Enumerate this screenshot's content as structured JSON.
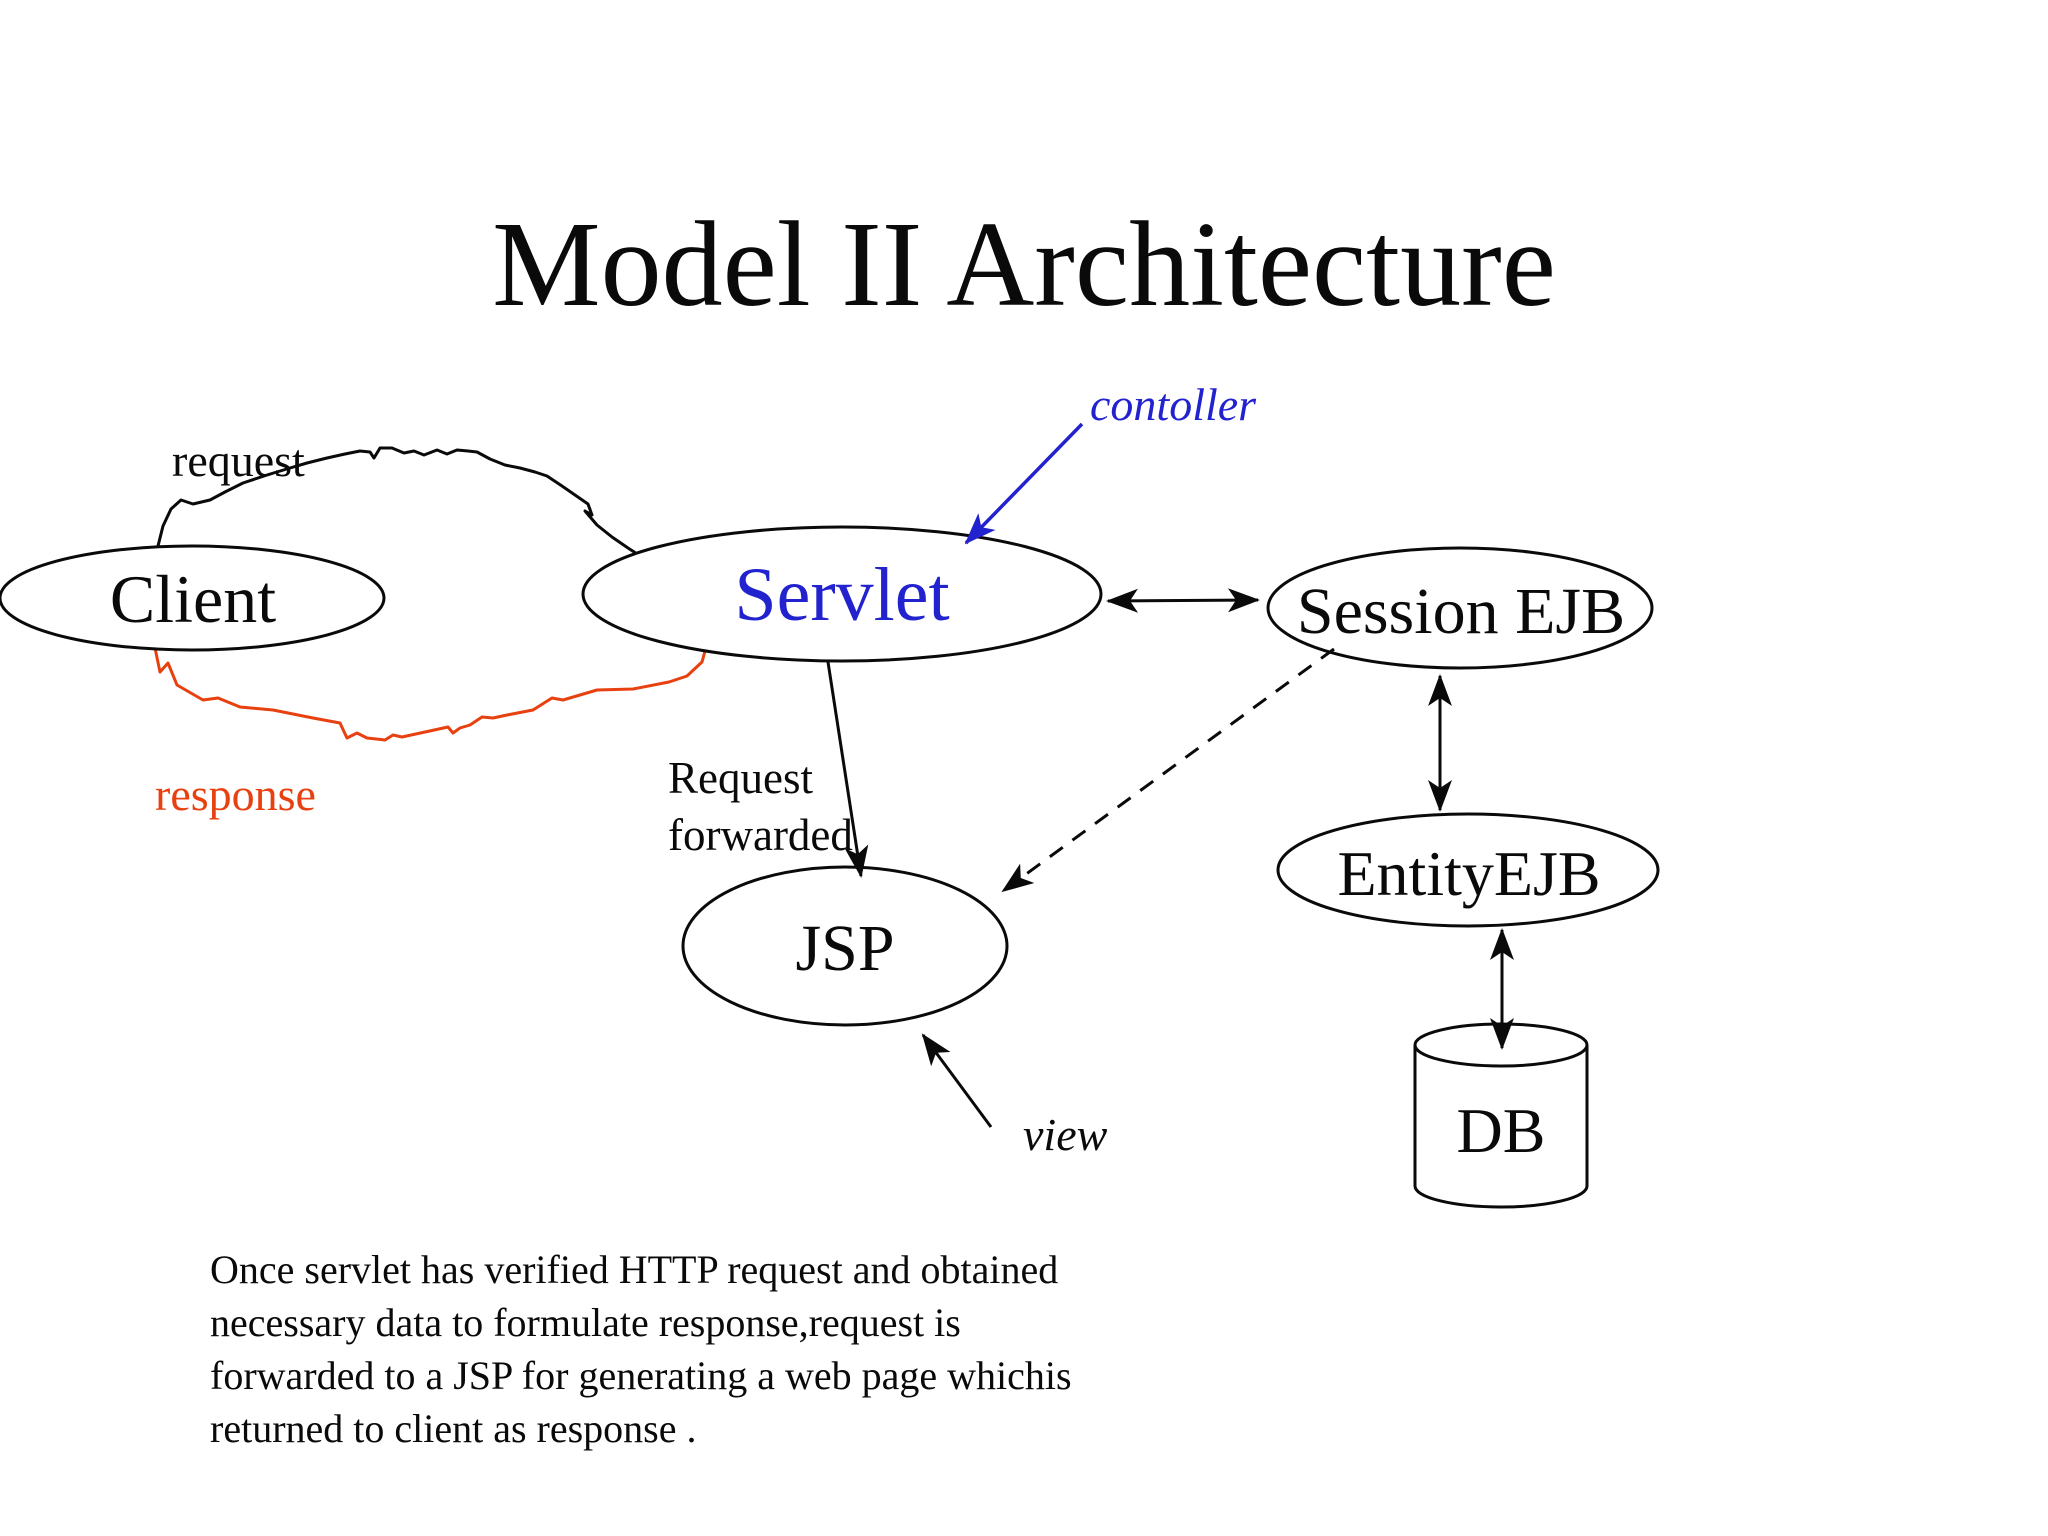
{
  "slide": {
    "title": "Model II Architecture"
  },
  "nodes": {
    "client": {
      "label": "Client",
      "shape": "ellipse"
    },
    "servlet": {
      "label": "Servlet",
      "shape": "ellipse"
    },
    "session_ejb": {
      "label": "Session EJB",
      "shape": "ellipse"
    },
    "entity_ejb": {
      "label": "EntityEJB",
      "shape": "ellipse"
    },
    "jsp": {
      "label": "JSP",
      "shape": "ellipse"
    },
    "db": {
      "label": "DB",
      "shape": "cylinder"
    }
  },
  "labels": {
    "request": "request",
    "response": "response",
    "controller": "contoller",
    "request_forwarded_line1": "Request",
    "request_forwarded_line2": "forwarded",
    "view": "view"
  },
  "edges": [
    {
      "from": "client",
      "to": "servlet",
      "style": "freehand",
      "label": "request"
    },
    {
      "from": "servlet",
      "to": "client",
      "style": "freehand",
      "label": "response"
    },
    {
      "from": "servlet",
      "to": "session_ejb",
      "style": "double-arrow"
    },
    {
      "from": "session_ejb",
      "to": "entity_ejb",
      "style": "double-arrow"
    },
    {
      "from": "entity_ejb",
      "to": "db",
      "style": "double-arrow"
    },
    {
      "from": "servlet",
      "to": "jsp",
      "style": "arrow",
      "label": "Request forwarded"
    },
    {
      "from": "session_ejb",
      "to": "jsp",
      "style": "dashed-arrow"
    },
    {
      "from": "view",
      "to": "jsp",
      "style": "arrow"
    },
    {
      "from": "controller",
      "to": "servlet",
      "style": "arrow",
      "color": "blue"
    }
  ],
  "note": {
    "lines": [
      "Once servlet has verified HTTP request and obtained",
      "necessary data to formulate response,request is",
      "forwarded to a JSP for generating a web page whichis",
      "returned to client as response ."
    ]
  },
  "colors": {
    "controller_blue": "#2222cf",
    "response_red": "#e8400f",
    "ink": "#0a0a0a",
    "background": "#ffffff"
  }
}
